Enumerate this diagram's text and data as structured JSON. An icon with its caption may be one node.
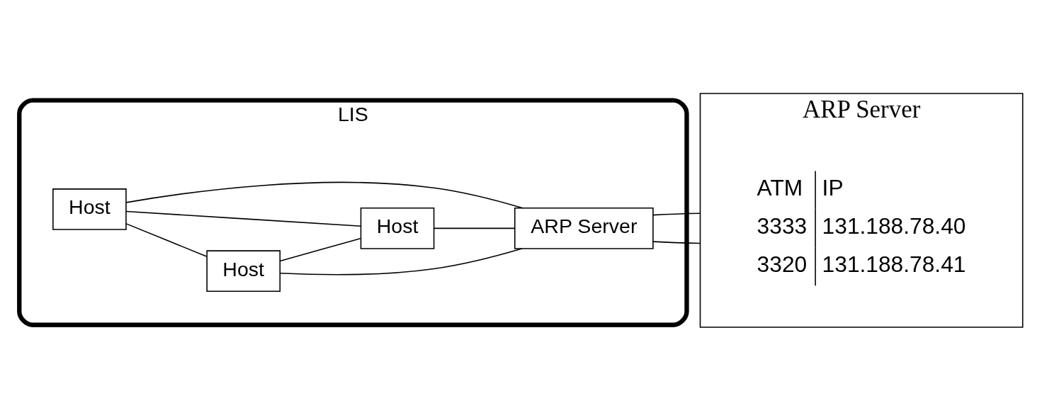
{
  "diagram": {
    "nodes": [
      {
        "text": [
          "LIS"
        ]
      },
      {
        "text": [
          "Host"
        ],
        "in": 0
      },
      {
        "text": [
          "Host"
        ],
        "in": 0
      },
      {
        "text": [
          "Host"
        ],
        "in": 0
      },
      {
        "text": [
          "ARP Server"
        ],
        "in": 0
      },
      {
        "text": [
          "ARP Server"
        ]
      }
    ],
    "edges": [
      {
        "from": 1,
        "to": 2,
        "arrow": "none"
      },
      {
        "from": 1,
        "to": 4,
        "arrow": "none"
      },
      {
        "from": 1,
        "to": 3,
        "arrow": "none"
      },
      {
        "from": 2,
        "to": 3,
        "arrow": "none"
      },
      {
        "from": 2,
        "to": 4,
        "arrow": "none"
      },
      {
        "from": 3,
        "to": 4,
        "arrow": "none"
      },
      {
        "from": 4,
        "to": 5,
        "arrow": "none"
      },
      {
        "from": 4,
        "to": 5,
        "arrow": "none"
      }
    ],
    "labels": [
      "ATM",
      "IP",
      "3333",
      "131.188.78.40",
      "3320",
      "131.188.78.41"
    ]
  }
}
